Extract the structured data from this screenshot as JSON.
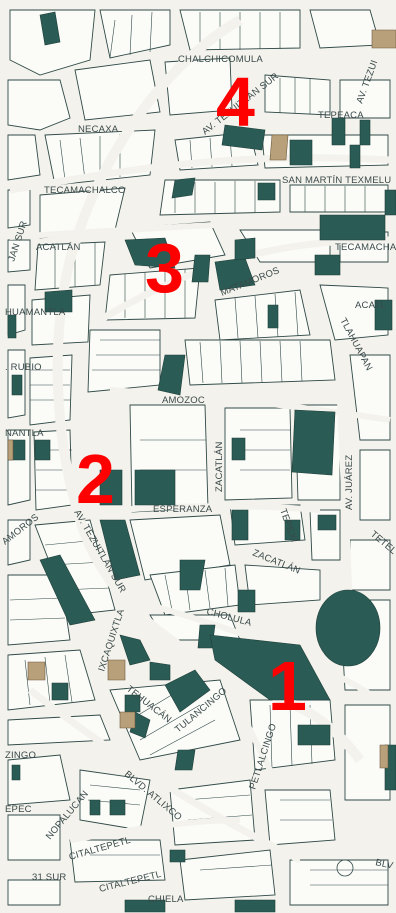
{
  "streets": [
    {
      "id": "chalchicomula",
      "text": "CHALCHICOMULA"
    },
    {
      "id": "av-tezuitlan-sur-top",
      "text": "AV. TEZUITLÁN SUR"
    },
    {
      "id": "av-tezuitlan-sur-top-right",
      "text": "AV. TEZUI"
    },
    {
      "id": "tepeaca",
      "text": "TEPEACA"
    },
    {
      "id": "necaxa",
      "text": "NECAXA"
    },
    {
      "id": "san-martin",
      "text": "SAN MARTÍN TEXMELU"
    },
    {
      "id": "tecamachalco-left",
      "text": "TECAMACHALCO"
    },
    {
      "id": "tecamachalco-right",
      "text": "TECAMACHAL"
    },
    {
      "id": "acatlan-left",
      "text": "ACATLÁN"
    },
    {
      "id": "acatlan-right",
      "text": "ACATL"
    },
    {
      "id": "juan-sur",
      "text": "JAN SUR"
    },
    {
      "id": "matamoros-top",
      "text": "MATAMOROS"
    },
    {
      "id": "huamantla",
      "text": "HUAMANTLA"
    },
    {
      "id": "tlahuapan",
      "text": "TLAHUAPAN"
    },
    {
      "id": "rubio",
      "text": ". RUBIO"
    },
    {
      "id": "amozoc",
      "text": "AMOZOC"
    },
    {
      "id": "nantla",
      "text": "NANTLA"
    },
    {
      "id": "zacatlan-vertical",
      "text": "ZACATLÁN"
    },
    {
      "id": "av-juarez",
      "text": "AV. JUÁREZ"
    },
    {
      "id": "esperanza",
      "text": "ESPERANZA"
    },
    {
      "id": "tepexi",
      "text": "TEPEXI"
    },
    {
      "id": "tetela",
      "text": "TETEL"
    },
    {
      "id": "amoros",
      "text": "AMOROS"
    },
    {
      "id": "av-tezuitlan-sur-mid",
      "text": "AV. TEZUITLÁN SUR"
    },
    {
      "id": "zacatlan-diag",
      "text": "ZACATLÁN"
    },
    {
      "id": "cholula",
      "text": "CHOLULA"
    },
    {
      "id": "ixcaquixtla",
      "text": "IXCAQUIXTLA"
    },
    {
      "id": "tehuacan",
      "text": "TEHUACÁN"
    },
    {
      "id": "tulancingo",
      "text": "TULANCINGO"
    },
    {
      "id": "petlalcingo",
      "text": "PETLALCINGO"
    },
    {
      "id": "zingo",
      "text": "ZINGO"
    },
    {
      "id": "blvd-atlixco",
      "text": "BLVD. ATLIXCO"
    },
    {
      "id": "epec",
      "text": "EPEC"
    },
    {
      "id": "nopalucan",
      "text": "NOPALUCAN"
    },
    {
      "id": "citaltepetl-1",
      "text": "CITALTEPETL"
    },
    {
      "id": "citaltepetl-2",
      "text": "CITALTEPETL"
    },
    {
      "id": "sur-31",
      "text": "31 SUR"
    },
    {
      "id": "chiela",
      "text": "CHIELA"
    },
    {
      "id": "blv-right",
      "text": "BLV"
    }
  ],
  "zones": [
    {
      "id": "zone-1",
      "label": "1"
    },
    {
      "id": "zone-2",
      "label": "2"
    },
    {
      "id": "zone-3",
      "label": "3"
    },
    {
      "id": "zone-4",
      "label": "4"
    }
  ],
  "colors": {
    "background": "#f4f2ec",
    "block_fill": "#fbfbf8",
    "block_outline": "#2f4a47",
    "highlight_block": "#2a5b54",
    "tan_block": "#b8a07a",
    "zone_number": "#ff0000"
  }
}
